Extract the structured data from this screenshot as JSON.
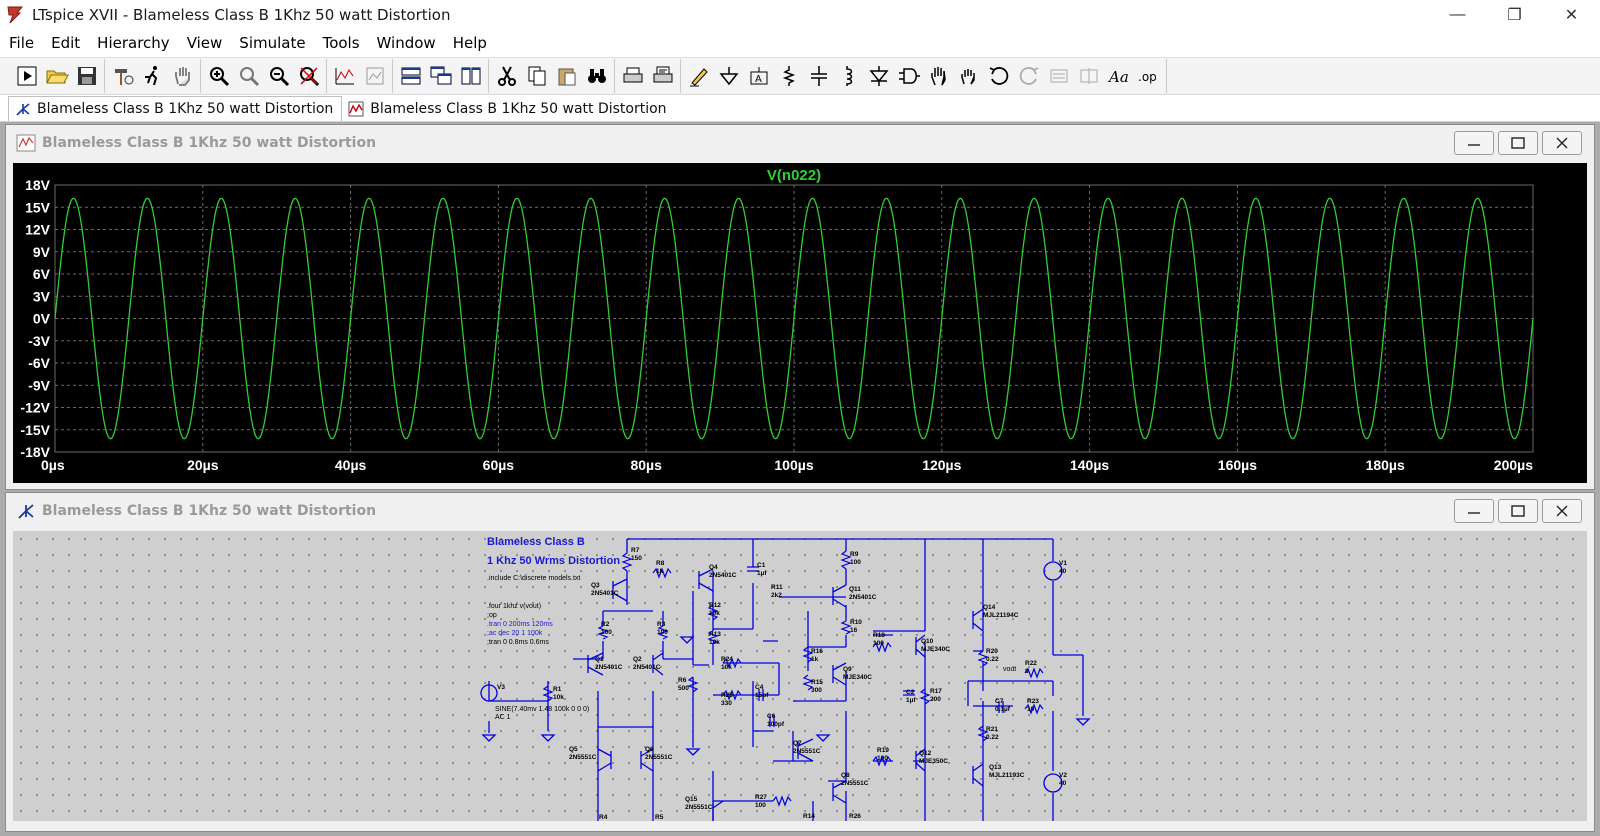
{
  "window": {
    "title": "LTspice XVII - Blameless Class B 1Khz 50 watt Distortion",
    "minimize_label": "—",
    "maximize_label": "❐",
    "close_label": "✕"
  },
  "menu": [
    {
      "id": "file",
      "label": "File"
    },
    {
      "id": "edit",
      "label": "Edit"
    },
    {
      "id": "hierarchy",
      "label": "Hierarchy"
    },
    {
      "id": "view",
      "label": "View"
    },
    {
      "id": "simulate",
      "label": "Simulate"
    },
    {
      "id": "tools",
      "label": "Tools"
    },
    {
      "id": "window",
      "label": "Window"
    },
    {
      "id": "help",
      "label": "Help"
    }
  ],
  "toolbar": {
    "op_label": ".op",
    "text_label": "Aa"
  },
  "tabs": [
    {
      "label": "Blameless Class B 1Khz 50 watt Distortion",
      "icon": "schematic-icon",
      "active": true
    },
    {
      "label": "Blameless Class B 1Khz 50 watt Distortion",
      "icon": "waveform-icon",
      "active": false
    }
  ],
  "plot_window": {
    "title": "Blameless Class B 1Khz 50 watt Distortion"
  },
  "schematic_window": {
    "title": "Blameless Class B 1Khz 50 watt Distortion",
    "annotations": {
      "title1": "Blameless Class B",
      "title2": "1 Khz 50 Wrms Distortion",
      "include": ".include C:\\discrete models.txt",
      "four": ".four 1khz v(vout)",
      "op": ";op",
      "tran1": ".tran 0 200ms 120ms",
      "ac": ";ac dec 20 1 100k",
      "tran2": ";tran 0 0.8ms 0.6ms",
      "sine": "SINE(7.40mv 1.48 100k 0 0 0)",
      "ac1": "AC 1",
      "vout": "vout"
    },
    "components": [
      {
        "ref": "R7",
        "val": "150"
      },
      {
        "ref": "R8",
        "val": "1k"
      },
      {
        "ref": "Q4",
        "val": "2N5401C"
      },
      {
        "ref": "C1",
        "val": "1µf"
      },
      {
        "ref": "R9",
        "val": "100"
      },
      {
        "ref": "Q3",
        "val": "2N5401C"
      },
      {
        "ref": "R11",
        "val": "2k2"
      },
      {
        "ref": "Q11",
        "val": "2N5401C"
      },
      {
        "ref": "V1",
        "val": "40"
      },
      {
        "ref": "R12",
        "val": "10k"
      },
      {
        "ref": "R2",
        "val": "100"
      },
      {
        "ref": "R3",
        "val": "100"
      },
      {
        "ref": "R10",
        "val": "16"
      },
      {
        "ref": "Q14",
        "val": "MJL21194C"
      },
      {
        "ref": "R13",
        "val": "10k"
      },
      {
        "ref": "R18",
        "val": "100"
      },
      {
        "ref": "Q10",
        "val": "MJE340C"
      },
      {
        "ref": "R16",
        "val": "1k"
      },
      {
        "ref": "R20",
        "val": "0.22"
      },
      {
        "ref": "Q1",
        "val": "2N5401C"
      },
      {
        "ref": "Q2",
        "val": "2N5401C"
      },
      {
        "ref": "R24",
        "val": "10k"
      },
      {
        "ref": "Q9",
        "val": "MJE340C"
      },
      {
        "ref": "R22",
        "val": "8"
      },
      {
        "ref": "V3",
        "val": ""
      },
      {
        "ref": "R1",
        "val": "10k"
      },
      {
        "ref": "R6",
        "val": "500"
      },
      {
        "ref": "R25",
        "val": "330"
      },
      {
        "ref": "C4",
        "val": "15pf"
      },
      {
        "ref": "R15",
        "val": "300"
      },
      {
        "ref": "C2",
        "val": "1µf"
      },
      {
        "ref": "R17",
        "val": "200"
      },
      {
        "ref": "C7",
        "val": "0.1µf"
      },
      {
        "ref": "R23",
        "val": "10"
      },
      {
        "ref": "C6",
        "val": "100pf"
      },
      {
        "ref": "R21",
        "val": "0.22"
      },
      {
        "ref": "Q5",
        "val": "2N5551C"
      },
      {
        "ref": "Q6",
        "val": "2N5551C"
      },
      {
        "ref": "Q7",
        "val": "2N5551C"
      },
      {
        "ref": "R19",
        "val": "100"
      },
      {
        "ref": "Q12",
        "val": "MJE350C"
      },
      {
        "ref": "Q13",
        "val": "MJL21193C"
      },
      {
        "ref": "Q8",
        "val": "2N5551C"
      },
      {
        "ref": "V2",
        "val": "40"
      },
      {
        "ref": "Q15",
        "val": "2N5551C"
      },
      {
        "ref": "R27",
        "val": "100"
      },
      {
        "ref": "R4",
        "val": ""
      },
      {
        "ref": "R5",
        "val": ""
      },
      {
        "ref": "R14",
        "val": ""
      },
      {
        "ref": "R26",
        "val": ""
      }
    ]
  },
  "colors": {
    "plot_bg": "#000000",
    "trace": "#32cd32",
    "axis_text": "#ffffff",
    "grid": "#6a6a6a",
    "schematic_bg": "#cfcfcf",
    "wire": "#0000e0",
    "annotation": "#1a1ad0"
  },
  "chart_data": {
    "type": "line",
    "title": "V(n022)",
    "series": [
      {
        "name": "V(n022)",
        "frequency_hz": 100000,
        "amplitude_v": 16.2,
        "offset_v": 0
      }
    ],
    "xlabel": "",
    "ylabel": "",
    "xlim": [
      0,
      200
    ],
    "ylim": [
      -18,
      18
    ],
    "x_unit": "µs",
    "y_unit": "V",
    "xticks": [
      "0µs",
      "20µs",
      "40µs",
      "60µs",
      "80µs",
      "100µs",
      "120µs",
      "140µs",
      "160µs",
      "180µs",
      "200µs"
    ],
    "yticks": [
      "18V",
      "15V",
      "12V",
      "9V",
      "6V",
      "3V",
      "0V",
      "-3V",
      "-6V",
      "-9V",
      "-12V",
      "-15V",
      "-18V"
    ],
    "grid": true,
    "legend": "top-center"
  }
}
